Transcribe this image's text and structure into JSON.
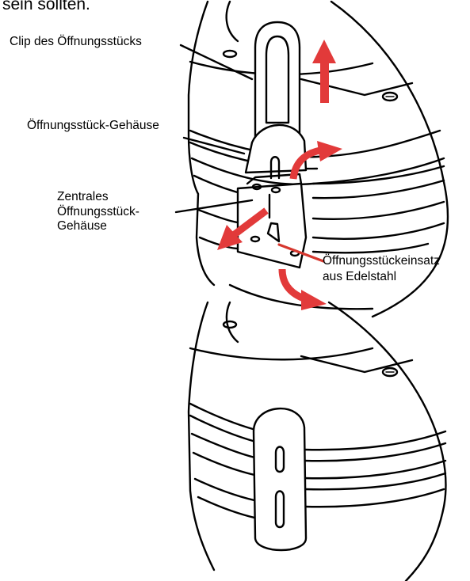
{
  "intro_text": "sein sollten.",
  "labels": {
    "clip": "Clip des Öffnungsstücks",
    "housing": "Öffnungsstück-Gehäuse",
    "central_line1": "Zentrales",
    "central_line2": "Öffnungsstück-",
    "central_line3": "Gehäuse",
    "insert_line1": "Öffnungsstückeinsatz",
    "insert_line2": "aus Edelstahl"
  },
  "colors": {
    "arrow": "#e23a3a",
    "leader": "#d6382f",
    "ink": "#000000"
  }
}
